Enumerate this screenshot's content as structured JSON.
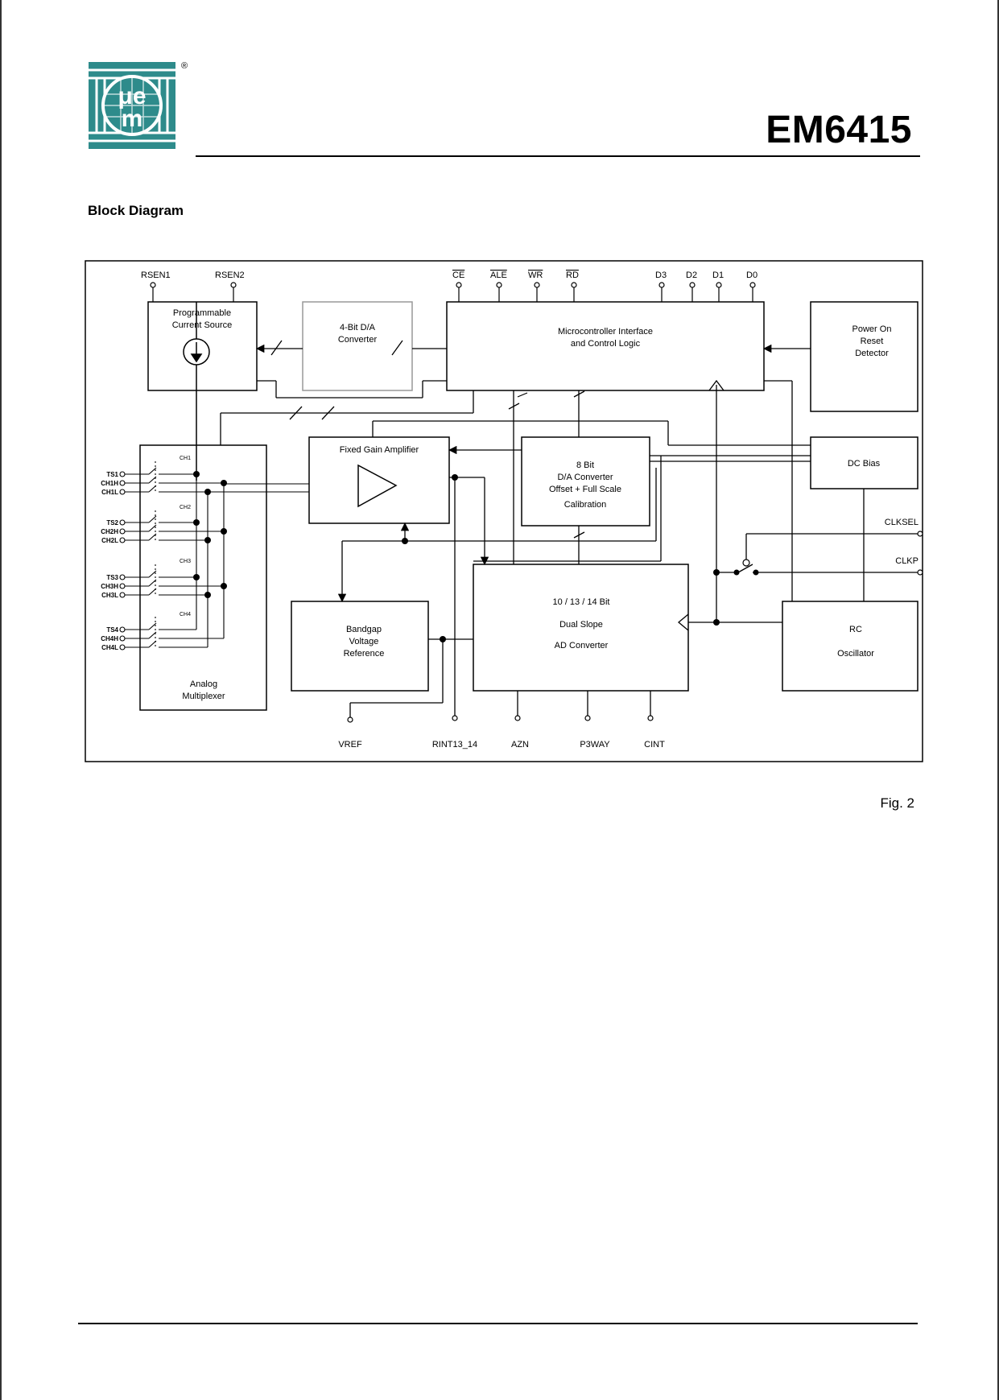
{
  "header": {
    "doc_title": "EM6415",
    "registered_mark": "®"
  },
  "section_title": "Block Diagram",
  "figure_caption": "Fig. 2",
  "logo": {
    "icon": "uem-logo-icon",
    "text_top": "μe",
    "text_bottom": "m",
    "color": "#2e8b8b"
  },
  "diagram": {
    "top_pins": {
      "rsen1": "RSEN1",
      "rsen2": "RSEN2",
      "ce": "CE",
      "ale": "ALE",
      "wr": "WR",
      "rd": "RD",
      "d3": "D3",
      "d2": "D2",
      "d1": "D1",
      "d0": "D0"
    },
    "blocks": {
      "current_source": [
        "Programmable",
        "Current Source"
      ],
      "dac4": [
        "4-Bit D/A",
        "Converter"
      ],
      "micro": [
        "Microcontroller Interface",
        "and Control Logic"
      ],
      "por": [
        "Power On",
        "Reset",
        "Detector"
      ],
      "amp": "Fixed Gain Amplifier",
      "dac8": [
        "8 Bit",
        "D/A Converter",
        "Offset + Full Scale",
        "Calibration"
      ],
      "dcbias": "DC Bias",
      "mux": [
        "Analog",
        "Multiplexer"
      ],
      "bandgap": [
        "Bandgap",
        "Voltage",
        "Reference"
      ],
      "adc": [
        "10 / 13 / 14 Bit",
        "Dual Slope",
        "AD Converter"
      ],
      "rc": [
        "RC",
        "Oscillator"
      ]
    },
    "channel_labels": [
      "CH1",
      "CH2",
      "CH3",
      "CH4"
    ],
    "mux_inputs": [
      [
        "TS1",
        "CH1H",
        "CH1L"
      ],
      [
        "TS2",
        "CH2H",
        "CH2L"
      ],
      [
        "TS3",
        "CH3H",
        "CH3L"
      ],
      [
        "TS4",
        "CH4H",
        "CH4L"
      ]
    ],
    "right_pins": {
      "clksel": "CLKSEL",
      "clkp": "CLKP"
    },
    "bottom_pins": {
      "vref": "VREF",
      "rint": "RINT13_14",
      "azn": "AZN",
      "p3way": "P3WAY",
      "cint": "CINT"
    }
  }
}
